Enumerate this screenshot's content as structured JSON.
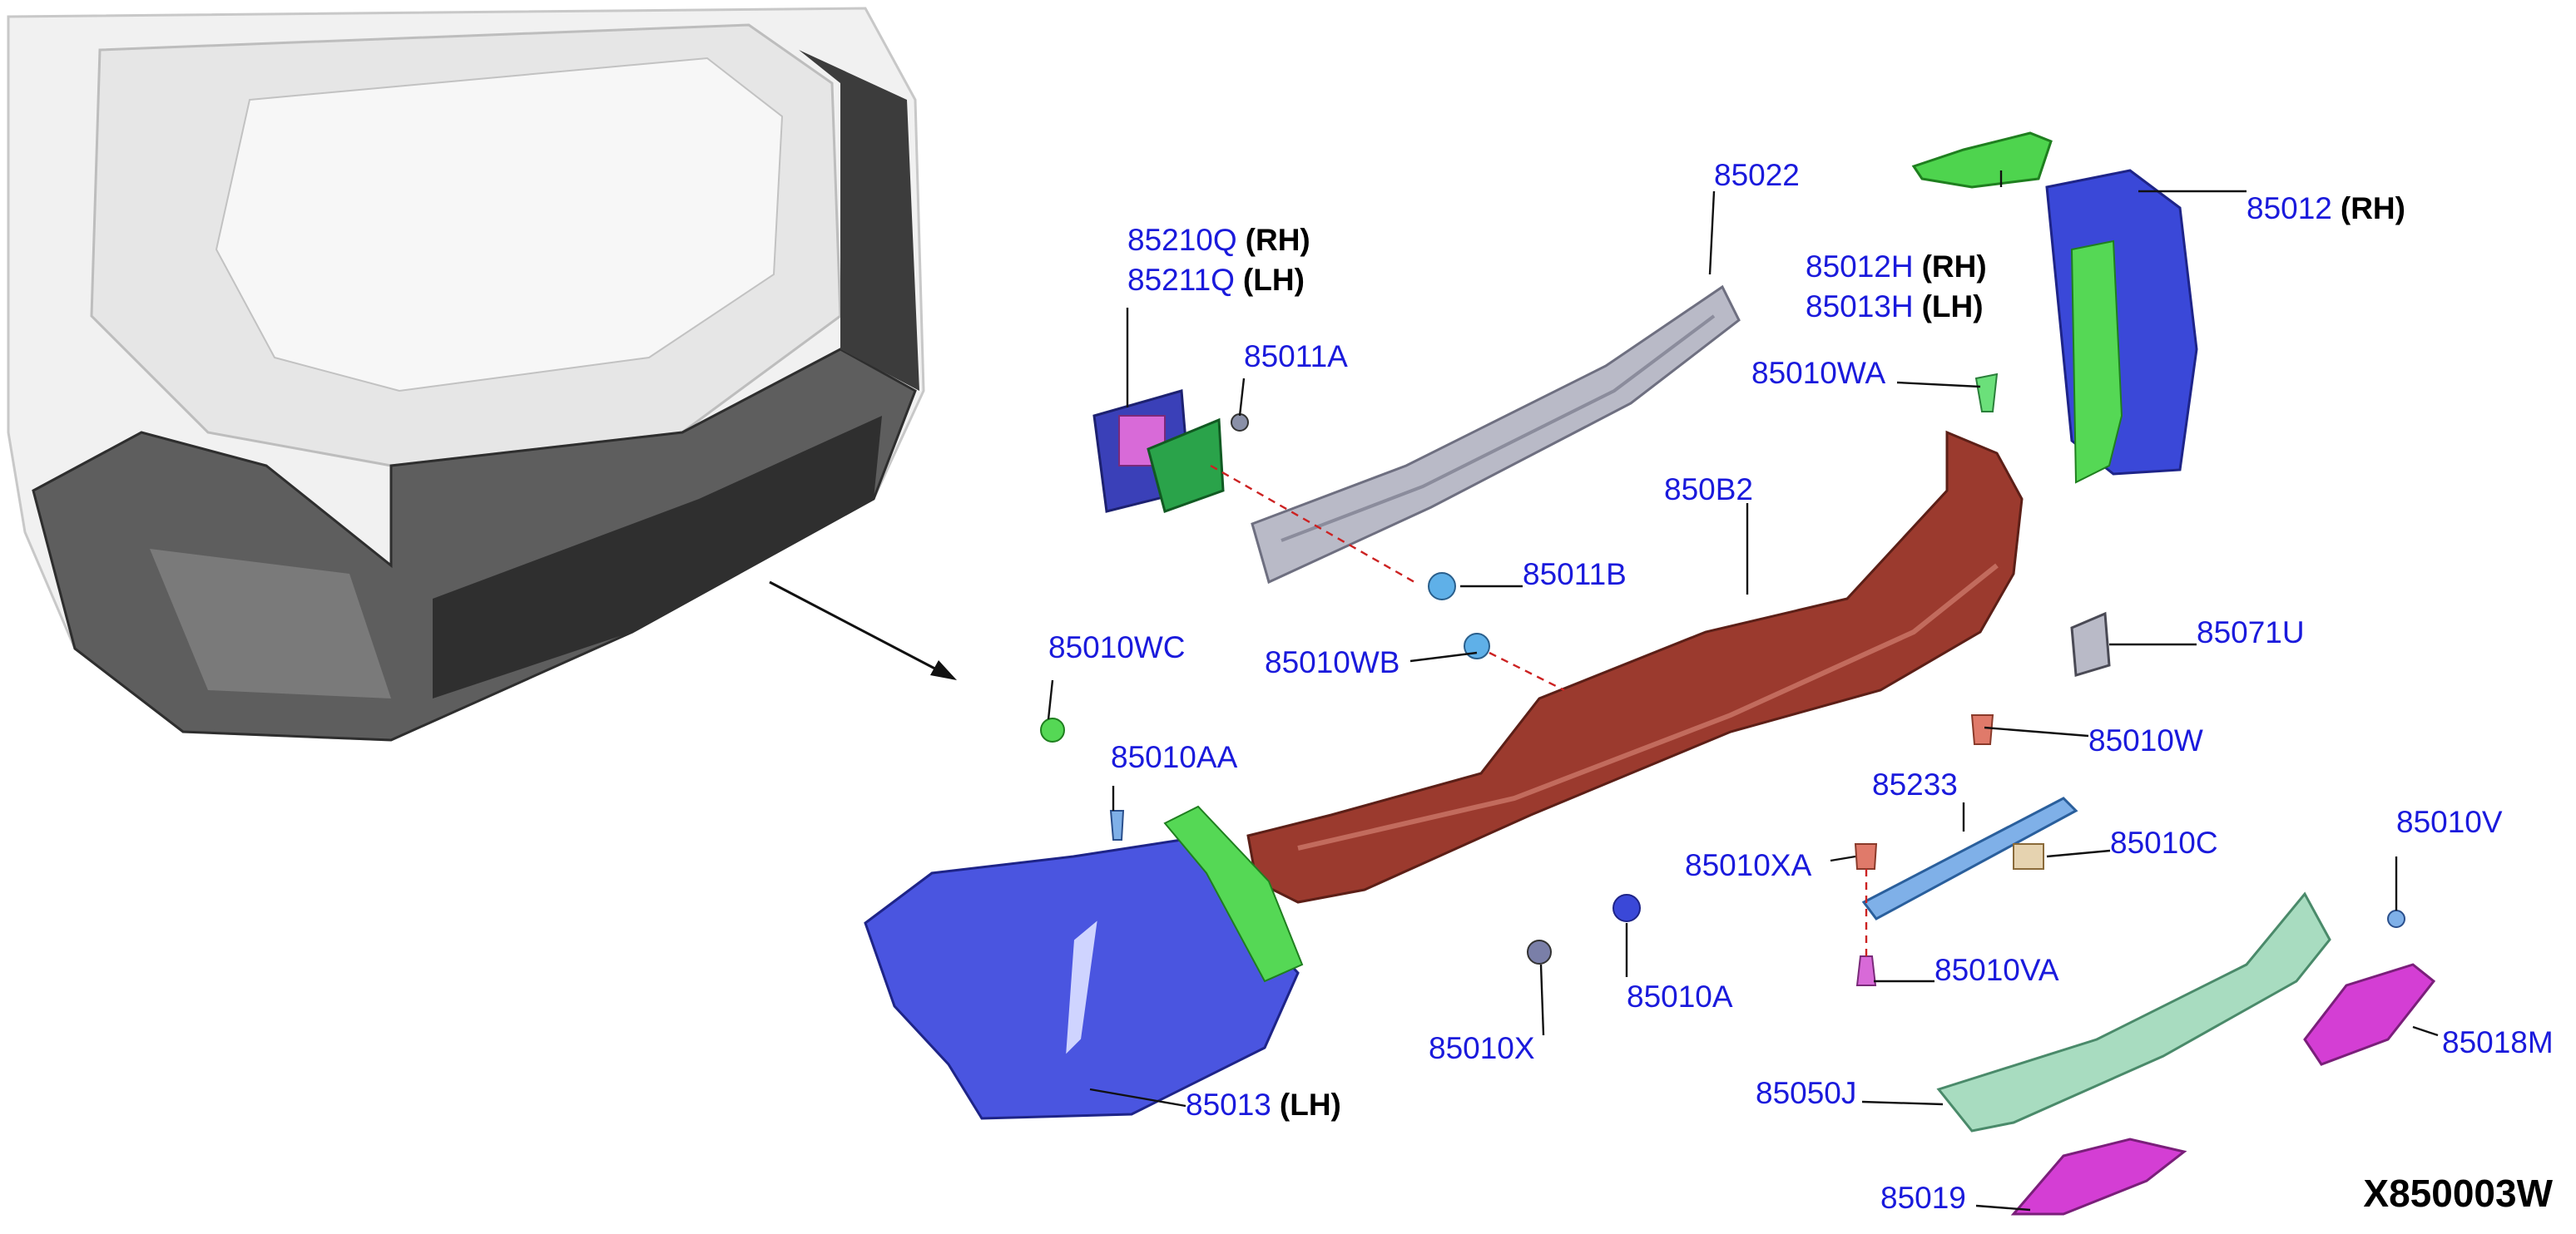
{
  "diagram_code": "X850003W",
  "side_labels": {
    "rh": "(RH)",
    "lh": "(LH)"
  },
  "callouts": [
    {
      "id": "c-85210Q",
      "number": "85210Q",
      "side": "(RH)"
    },
    {
      "id": "c-85211Q",
      "number": "85211Q",
      "side": "(LH)"
    },
    {
      "id": "c-85011A",
      "number": "85011A"
    },
    {
      "id": "c-85022",
      "number": "85022"
    },
    {
      "id": "c-85012H",
      "number": "85012H",
      "side": "(RH)"
    },
    {
      "id": "c-85013H",
      "number": "85013H",
      "side": "(LH)"
    },
    {
      "id": "c-85012",
      "number": "85012",
      "side": "(RH)"
    },
    {
      "id": "c-85010WA",
      "number": "85010WA"
    },
    {
      "id": "c-850B2",
      "number": "850B2"
    },
    {
      "id": "c-85011B",
      "number": "85011B"
    },
    {
      "id": "c-85071U",
      "number": "85071U"
    },
    {
      "id": "c-85010WC",
      "number": "85010WC"
    },
    {
      "id": "c-85010WB",
      "number": "85010WB"
    },
    {
      "id": "c-85010W",
      "number": "85010W"
    },
    {
      "id": "c-85010AA",
      "number": "85010AA"
    },
    {
      "id": "c-85233",
      "number": "85233"
    },
    {
      "id": "c-85010V",
      "number": "85010V"
    },
    {
      "id": "c-85010C",
      "number": "85010C"
    },
    {
      "id": "c-85010XA",
      "number": "85010XA"
    },
    {
      "id": "c-85010VA",
      "number": "85010VA"
    },
    {
      "id": "c-85010A",
      "number": "85010A"
    },
    {
      "id": "c-85018M",
      "number": "85018M"
    },
    {
      "id": "c-85010X",
      "number": "85010X"
    },
    {
      "id": "c-85050J",
      "number": "85050J"
    },
    {
      "id": "c-85013",
      "number": "85013",
      "side": "(LH)"
    },
    {
      "id": "c-85019",
      "number": "85019"
    }
  ],
  "colors": {
    "callout_number": "#1a1adc",
    "fascia": "#9b3a2e",
    "reinforcement": "#b9bac7",
    "side_panel": "#4a55e0",
    "bracket_green": "#3fc93a",
    "lamp_blue": "#3a48d8",
    "undercover_mint": "#a8dcc0",
    "magenta": "#d43ed4",
    "car_gray": "#dcdcdc"
  }
}
